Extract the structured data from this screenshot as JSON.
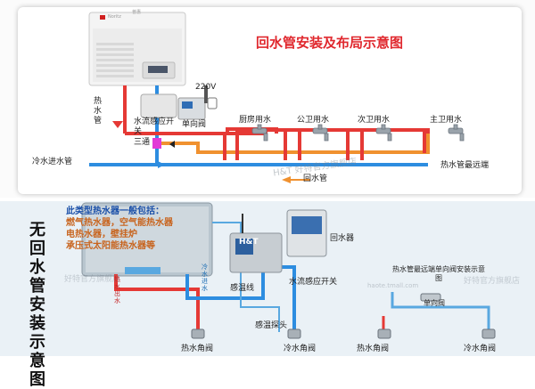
{
  "top_diagram": {
    "title": "回水管安装及布局示意图",
    "heater_brand": "Noritz",
    "heater_mark": "普惠",
    "power_label": "220V",
    "hot_water_pipe_label": "热水管",
    "flow_switch_label": "水流感应开关",
    "check_valve_label": "单向阀",
    "tee_label": "三通",
    "cold_inlet_label": "冷水进水管",
    "outlets": [
      "厨房用水",
      "公卫用水",
      "次卫用水",
      "主卫用水"
    ],
    "far_end_label": "热水管最远端",
    "return_pipe_label": "回水管",
    "watermark": "H&T 好特官方旗舰店"
  },
  "bottom_diagram": {
    "vertical_title": "无回水管安装示意图",
    "note_lines": [
      "此类型热水器一般包括：",
      "燃气热水器，空气能热水器",
      "电热水器，壁挂炉",
      "承压式太阳能热水器等"
    ],
    "hot_pipe_label_v": "热水出水",
    "cold_pipe_label_v": "冷水进水",
    "controller_logo": "H&T",
    "return_unit_label": "回水器",
    "temp_wire_label": "感温线",
    "flow_switch_label": "水流感应开关",
    "temp_probe_label": "感温探头",
    "hot_valve_label": "热水角阀",
    "cold_valve_label": "冷水角阀",
    "check_valve_title": "热水管最远端单向阀安装示意图",
    "check_valve_label": "单向阀",
    "hot_valve_label_2": "热水角阀",
    "cold_valve_label_2": "冷水角阀",
    "watermark_left": "好特官方旗舰店",
    "watermark_url": "haote.tmall.com",
    "watermark_right": "好特官方旗舰店"
  },
  "colors": {
    "hot": "#e53935",
    "cold": "#2d8de0",
    "return": "#f0912f",
    "tee": "#e23ad6",
    "title": "#e0282e"
  }
}
